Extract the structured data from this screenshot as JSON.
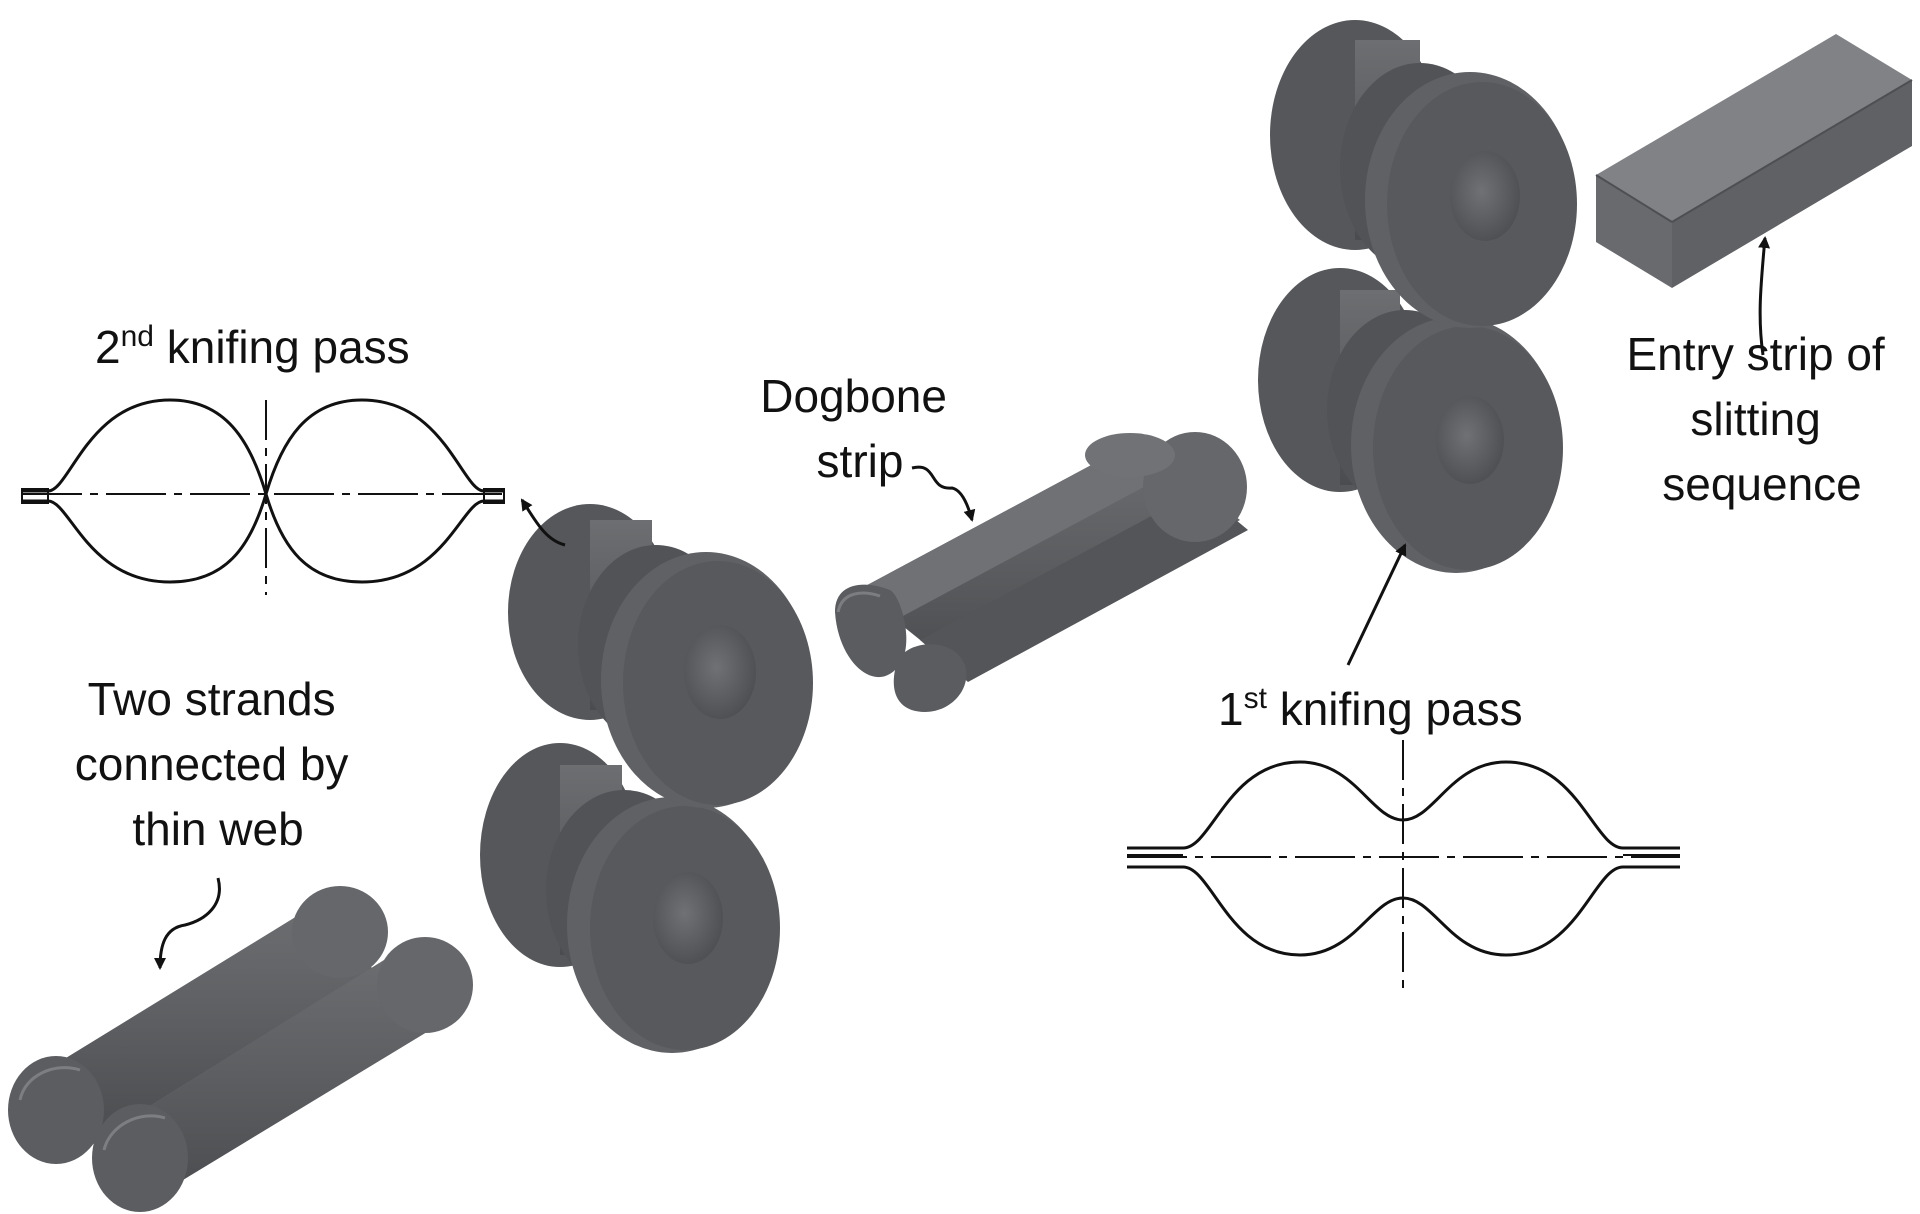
{
  "labels": {
    "second_pass": {
      "ordinal": "2",
      "suffix": "nd",
      "rest": " knifing pass"
    },
    "first_pass": {
      "ordinal": "1",
      "suffix": "st",
      "rest": " knifing pass"
    },
    "dogbone": [
      "Dogbone",
      "strip"
    ],
    "entry": [
      "Entry strip of",
      "slitting",
      "sequence"
    ],
    "strands": [
      "Two strands",
      "connected by",
      "thin web"
    ]
  },
  "colors": {
    "steel": "#5e6063",
    "steel_dark": "#46484b",
    "steel_light": "#7b7d80",
    "ink": "#111111",
    "background": "#ffffff"
  }
}
